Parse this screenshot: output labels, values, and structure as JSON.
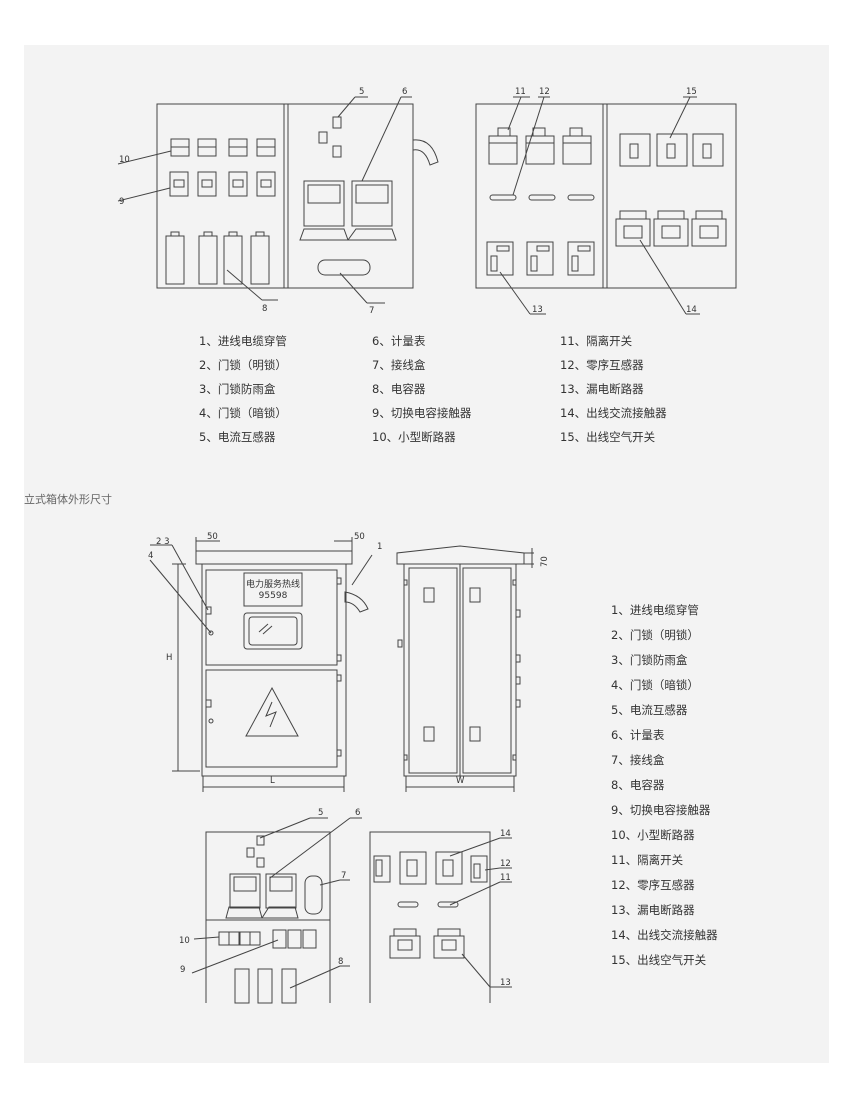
{
  "legend_top": [
    [
      "1、进线电缆穿管",
      "2、门锁（明锁）",
      "3、门锁防雨盒",
      "4、门锁（暗锁）",
      "5、电流互感器"
    ],
    [
      "6、计量表",
      "7、接线盒",
      "8、电容器",
      "9、切换电容接触器",
      "10、小型断路器"
    ],
    [
      "11、隔离开关",
      "12、零序互感器",
      "13、漏电断路器",
      "14、出线交流接触器",
      "15、出线空气开关"
    ]
  ],
  "section_title": "立式箱体外形尺寸",
  "legend_right": [
    "1、进线电缆穿管",
    "2、门锁（明锁）",
    "3、门锁防雨盒",
    "4、门锁（暗锁）",
    "5、电流互感器",
    "6、计量表",
    "7、接线盒",
    "8、电容器",
    "9、切换电容接触器",
    "10、小型断路器",
    "11、隔离开关",
    "12、零序互感器",
    "13、漏电断路器",
    "14、出线交流接触器",
    "15、出线空气开关"
  ],
  "front_view": {
    "hotline_label": "电力服务热线",
    "hotline_number": "95598",
    "dim_top_left": "50",
    "dim_top_right": "50",
    "dim_height": "H",
    "dim_length": "L",
    "callout_2_3": "2  3",
    "callout_4": "4",
    "callout_1": "1"
  },
  "side_view": {
    "dim_width": "W",
    "dim_roof": "70"
  },
  "top_callouts": {
    "c5": "5",
    "c6": "6",
    "c7": "7",
    "c8": "8",
    "c9": "9",
    "c10": "10",
    "c11": "11",
    "c12": "12",
    "c13": "13",
    "c14": "14",
    "c15": "15"
  },
  "bottom_callouts": {
    "c5": "5",
    "c6": "6",
    "c7": "7",
    "c8": "8",
    "c9": "9",
    "c10": "10",
    "c11": "11",
    "c12": "12",
    "c13": "13",
    "c14": "14"
  }
}
